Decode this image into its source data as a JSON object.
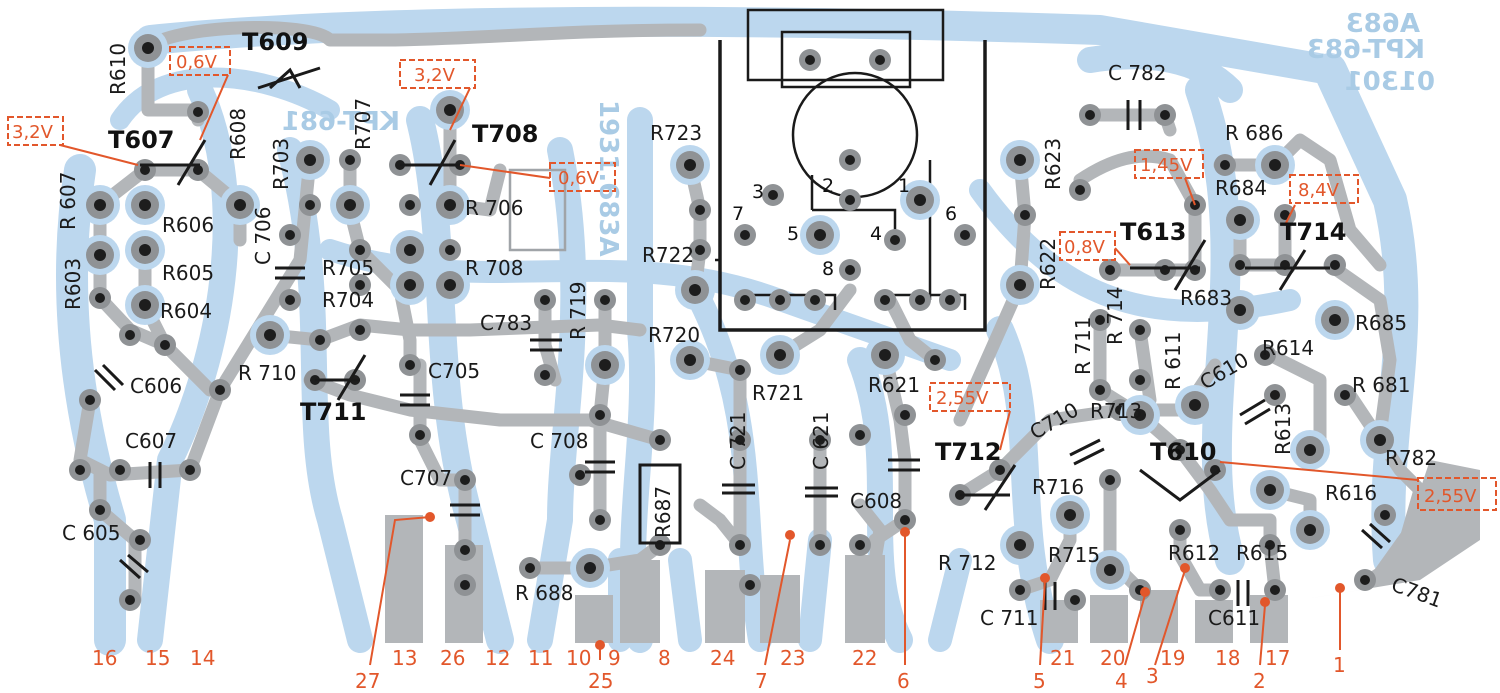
{
  "board": {
    "colors": {
      "copper_back": "#bcd7ee",
      "trace": "#b3b6b9",
      "pad": "#8f9295",
      "hole": "#1d1d1d",
      "ink": "#1a1a1a",
      "accent": "#e2572b",
      "ghost_text": "#a9cbe5"
    },
    "mirrored_marks": [
      "KPT-683",
      "01301",
      "A683",
      "1931.683A",
      "KPT-681"
    ],
    "transistors": [
      "T609",
      "T607",
      "T708",
      "T711",
      "T613",
      "T714",
      "T712",
      "T610"
    ],
    "resistors": [
      "R610",
      "R607",
      "R608",
      "R703",
      "R707",
      "R606",
      "R706",
      "R603",
      "R605",
      "R705",
      "R708",
      "R604",
      "R704",
      "R710",
      "R723",
      "R722",
      "R719",
      "R720",
      "R721",
      "R687",
      "R688",
      "R623",
      "R622",
      "R621",
      "R686",
      "R684",
      "R683",
      "R685",
      "R711",
      "R714",
      "R611",
      "R614",
      "R613",
      "R681",
      "R713",
      "R716",
      "R715",
      "R712",
      "R612",
      "R615",
      "R616",
      "R782"
    ],
    "capacitors": [
      "C782",
      "C706",
      "C606",
      "C607",
      "C605",
      "C705",
      "C783",
      "C708",
      "C707",
      "C721",
      "C621",
      "C608",
      "C710",
      "C610",
      "C711",
      "C611",
      "C781"
    ],
    "voltages": [
      "0,6V",
      "3,2V",
      "3,2V",
      "0,6V",
      "1,45V",
      "8,4V",
      "0,8V",
      "2,55V",
      "2,55V"
    ],
    "socket_pins": [
      "1",
      "2",
      "3",
      "4",
      "5",
      "6",
      "7",
      "8"
    ],
    "bottom_pins": [
      "16",
      "15",
      "14",
      "13",
      "26",
      "12",
      "11",
      "10",
      "9",
      "8",
      "24",
      "23",
      "22",
      "21",
      "20",
      "19",
      "18",
      "17"
    ],
    "test_points": [
      "27",
      "25",
      "7",
      "6",
      "5",
      "4",
      "3",
      "2",
      "1"
    ]
  },
  "labels": {
    "t609": "T609",
    "t607": "T607",
    "t708": "T708",
    "t711": "T711",
    "t613": "T613",
    "t714": "T714",
    "t712": "T712",
    "t610": "T610",
    "r610": "R610",
    "r607": "R 607",
    "r608": "R608",
    "r703": "R703",
    "r707": "R707",
    "r606": "R606",
    "r706": "R 706",
    "r603": "R603",
    "r605": "R605",
    "r705": "R705",
    "r708": "R 708",
    "r604": "R604",
    "r704": "R704",
    "r710": "R 710",
    "r723": "R723",
    "r722": "R722",
    "r719": "R 719",
    "r720": "R720",
    "r721": "R721",
    "r687": "R687",
    "r688": "R 688",
    "r623": "R623",
    "r622": "R622",
    "r621": "R621",
    "r686": "R 686",
    "r684": "R684",
    "r683": "R683",
    "r685": "R685",
    "r711": "R 711",
    "r714": "R 714",
    "r611": "R 611",
    "r614": "R614",
    "r613": "R613",
    "r681": "R 681",
    "r713": "R713",
    "r716": "R716",
    "r715": "R715",
    "r712": "R 712",
    "r612": "R612",
    "r615": "R615",
    "r616": "R616",
    "r782": "R782",
    "c782": "C 782",
    "c706": "C 706",
    "c606": "C606",
    "c607": "C607",
    "c605": "C 605",
    "c705": "C705",
    "c783": "C783",
    "c708": "C 708",
    "c707": "C707",
    "c721": "C 721",
    "c621": "C 621",
    "c608": "C608",
    "c710": "C710",
    "c610": "C610",
    "c711": "C 711",
    "c611": "C611",
    "c781": "C781",
    "v06a": "0,6V",
    "v32a": "3,2V",
    "v32b": "3,2V",
    "v06b": "0,6V",
    "v145": "1,45V",
    "v84": "8,4V",
    "v08": "0,8V",
    "v255a": "2,55V",
    "v255b": "2,55V",
    "m1": "KPT-683",
    "m2": "01301",
    "m3": "A683",
    "m4": "1931.683A",
    "m5": "KPT-681",
    "s1": "1",
    "s2": "2",
    "s3": "3",
    "s4": "4",
    "s5": "5",
    "s6": "6",
    "s7": "7",
    "s8": "8",
    "p16": "16",
    "p15": "15",
    "p14": "14",
    "p13": "13",
    "p26": "26",
    "p12": "12",
    "p11": "11",
    "p10": "10",
    "p9": "9",
    "p8": "8",
    "p24": "24",
    "p23": "23",
    "p22": "22",
    "p21": "21",
    "p20": "20",
    "p19": "19",
    "p18": "18",
    "p17": "17",
    "tp27": "27",
    "tp25": "25",
    "tp7": "7",
    "tp6": "6",
    "tp5": "5",
    "tp4": "4",
    "tp3": "3",
    "tp2": "2",
    "tp1": "1"
  }
}
